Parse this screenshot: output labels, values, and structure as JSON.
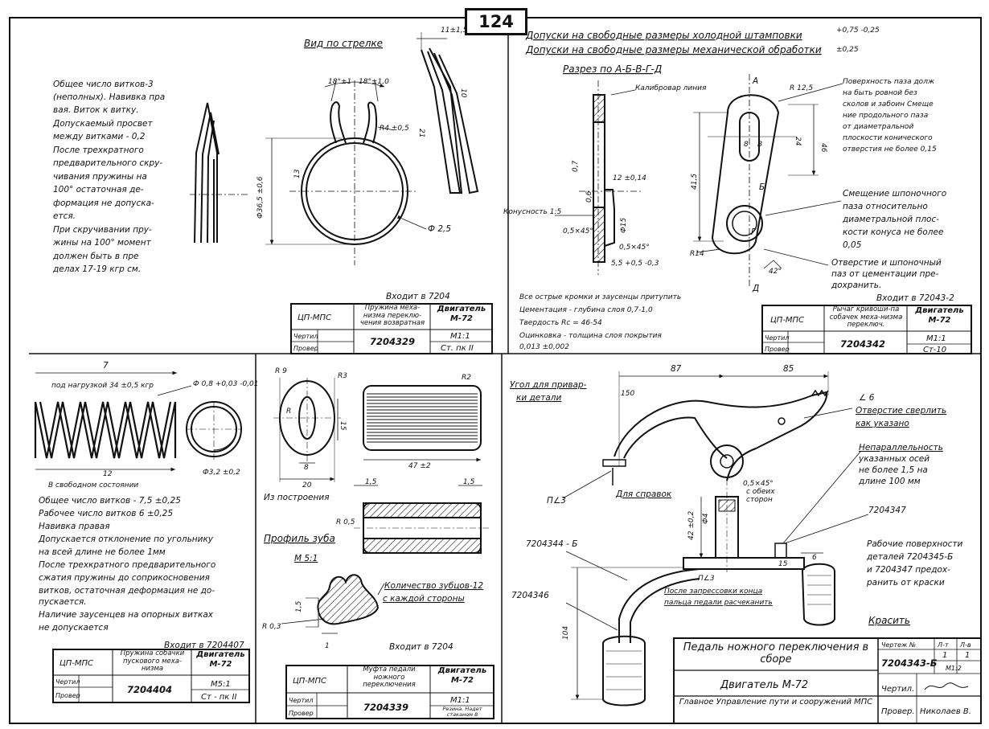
{
  "page_number": "124",
  "colors": {
    "ink": "#111111",
    "paper": "#ffffff"
  },
  "q1": {
    "view_title": "Вид по стрелке",
    "notes": [
      "Общее число витков-3",
      "(неполных). Навивка пра",
      "вая. Виток к витку.",
      "Допускаемый просвет",
      "между витками - 0,2",
      "После трехкратного",
      "предварительного скру-",
      "чивания пружины на",
      "100° остаточная де-",
      "формация не допуска-",
      "ется.",
      "При скручивании пру-",
      "жины на 100° момент",
      "должен быть в пре",
      "делах 17-19 кгр см."
    ],
    "dims": {
      "angle_left": "18°±1",
      "angle_right": "18°±1,0",
      "r_arm": "R4 ±0,5",
      "dia_outer": "Ф36,5 ±0,6",
      "wire": "Ф 2,5",
      "d13": "13",
      "top_gap": "11±1,5",
      "d10": "10",
      "d21": "21"
    },
    "enters": "Входит в 7204",
    "tb": {
      "org": "ЦП-МПС",
      "name": "Пружина меха-низма переклю-чения возвратная",
      "engine": "Двигатель М-72",
      "drawing_label": "Чертил",
      "check_label": "Провер",
      "number": "7204329",
      "scale": "М1:1",
      "material": "Ст. пк II"
    }
  },
  "q2": {
    "tolerance1": "Допуски на свободные размеры холодной штамповки",
    "tolerance1_val": "+0,75 -0,25",
    "tolerance2": "Допуски на свободные размеры механической обработки",
    "tolerance2_val": "±0,25",
    "section_title": "Разрез по А-Б-В-Г-Д",
    "calib_line": "Калибровар линия",
    "taper": "Конусность 1:5",
    "chamfer1": "0,5×45°",
    "chamfer2": "0,5×45°",
    "dims": {
      "d12": "12 ±0,14",
      "d0_7": "0,7",
      "d0_6": "0,6",
      "d15": "Ф15",
      "d5_5": "5,5 +0,5 -0,3",
      "d41_5": "41,5",
      "d46": "46",
      "d24": "24",
      "r12_5": "R 12,5",
      "r14": "R14",
      "d42": "42°",
      "b_label": "8 ",
      "letter_a": "А",
      "letter_b": "Б",
      "letter_g": "Г",
      "letter_d": "Д",
      "letter_v": "В"
    },
    "notes_right": [
      "Поверхность паза долж",
      "на быть ровной без",
      "сколов и забоин Смеще",
      "ние продольного паза",
      "от диаметральной",
      "плоскости конического",
      "отверстия не более 0,15",
      "Смещение шпоночного",
      "паза относительно",
      "диаметральной плос-",
      "кости конуса не более",
      "0,05",
      "Отверстие и шпоночный",
      "паз от цементации пре-",
      "дохранить."
    ],
    "notes_bottom": [
      "Все острые кромки и заусенцы притупить",
      "Цементация - глубина слоя 0,7-1,0",
      "Твердость Rc = 46-54",
      "Оцинковка - толщина слоя покрытия",
      "0,013 ±0,002"
    ],
    "enters": "Входит в 72043-2",
    "tb": {
      "org": "ЦП-МПС",
      "name": "Рычаг кривоши-па собачек меха-низма переключ.",
      "engine": "Двигатель М-72",
      "drawing_label": "Чертил",
      "check_label": "Провер",
      "number": "7204342",
      "scale": "М1:1",
      "material": "Ст-10"
    }
  },
  "q3": {
    "dims": {
      "len7": "7",
      "load": "под нагрузкой 34 ±0,5 кгр",
      "wire": "Ф 0,8 +0,03 -0,01",
      "free12": "12",
      "dia": "Ф3,2 ±0,2"
    },
    "free_state": "В свободном состоянии",
    "notes": [
      "Общее число витков - 7,5 ±0,25",
      "Рабочее число витков 6 ±0,25",
      "Навивка правая",
      "Допускается отклонение по угольнику",
      "на всей длине не более 1мм",
      "После трехкратного предварительного",
      "сжатия пружины до соприкосновения",
      "витков, остаточная деформация не до-",
      "пускается.",
      "Наличие заусенцев на опорных витках",
      "не допускается"
    ],
    "enters": "Входит в 7204407",
    "tb": {
      "org": "ЦП-МПС",
      "name": "Пружина собачки пускового меха-низма",
      "engine": "Двигатель М-72",
      "drawing_label": "Чертил",
      "check_label": "Провер",
      "number": "7204404",
      "scale": "М5:1",
      "material": "Ст - пк II"
    }
  },
  "q4": {
    "dims": {
      "r9": "R 9",
      "r3": "R3",
      "r2": "R2",
      "d15": "15",
      "d8": "8",
      "d20": "20",
      "d47": "47 ±2",
      "d1_5a": "1,5",
      "d1_5b": "1,5",
      "r0_5": "R 0,5",
      "rr": "R",
      "m_scale": "М 5:1",
      "p1_5": "1,5",
      "r0_3": "R 0,3",
      "d1": "1"
    },
    "from_construction": "Из построения",
    "tooth_profile": "Профиль зуба",
    "teeth_count": "Количество зубцов-12",
    "teeth_side": "с каждой стороны",
    "enters": "Входит в 7204",
    "tb": {
      "org": "ЦП-МПС",
      "name": "Муфта педали ножного переключения",
      "engine": "Двигатель М-72",
      "drawing_label": "Чертил",
      "check_label": "Провер",
      "number": "7204339",
      "scale": "М1:1",
      "material": "Резина. Надет стаканом 8"
    }
  },
  "q5": {
    "weld_angle": "Угол для привар-",
    "weld_angle2": "ки детали",
    "d87": "87",
    "d85": "85",
    "d150": "150",
    "angle6": "∠ 6",
    "drill": "Отверстие сверлить",
    "drill2": "как указано",
    "nonpar": [
      "Непараллельность",
      "указанных осей",
      "не более 1,5 на",
      "длине 100 мм"
    ],
    "ref": "Для справок",
    "pl3": "П∠3",
    "pl3b": "П∠3",
    "chamfer": "0,5×45°",
    "chamfer_b": "с обеих",
    "chamfer_c": "сторон",
    "d42": "42 ±0,2",
    "d4": "Ф4",
    "part347": "7204347",
    "part344": "7204344 - Б",
    "part346": "7204346",
    "d104": "104",
    "d6": "6",
    "d15": "15",
    "work_surfaces": [
      "Рабочие поверхности",
      "деталей 7204345-Б",
      "и 7204347 предох-",
      "ранить от краски"
    ],
    "rivet": "После запрессовки конца",
    "rivet2": "пальца педали расчеканить",
    "paint": "Красить",
    "tb": {
      "title": "Педаль ножного переключения в сборе",
      "drawing_no_label": "Чертеж №",
      "number": "7204343-Б",
      "sheet_label": "Л-т",
      "sheets_label": "Л-в",
      "sheet": "1",
      "sheets": "1",
      "scale": "М1:2",
      "engine": "Двигатель М-72",
      "drawing_label": "Чертил.",
      "dept": "Главное Управление пути и сооружений МПС",
      "check_label": "Провер.",
      "checker": "Николаев В."
    }
  }
}
